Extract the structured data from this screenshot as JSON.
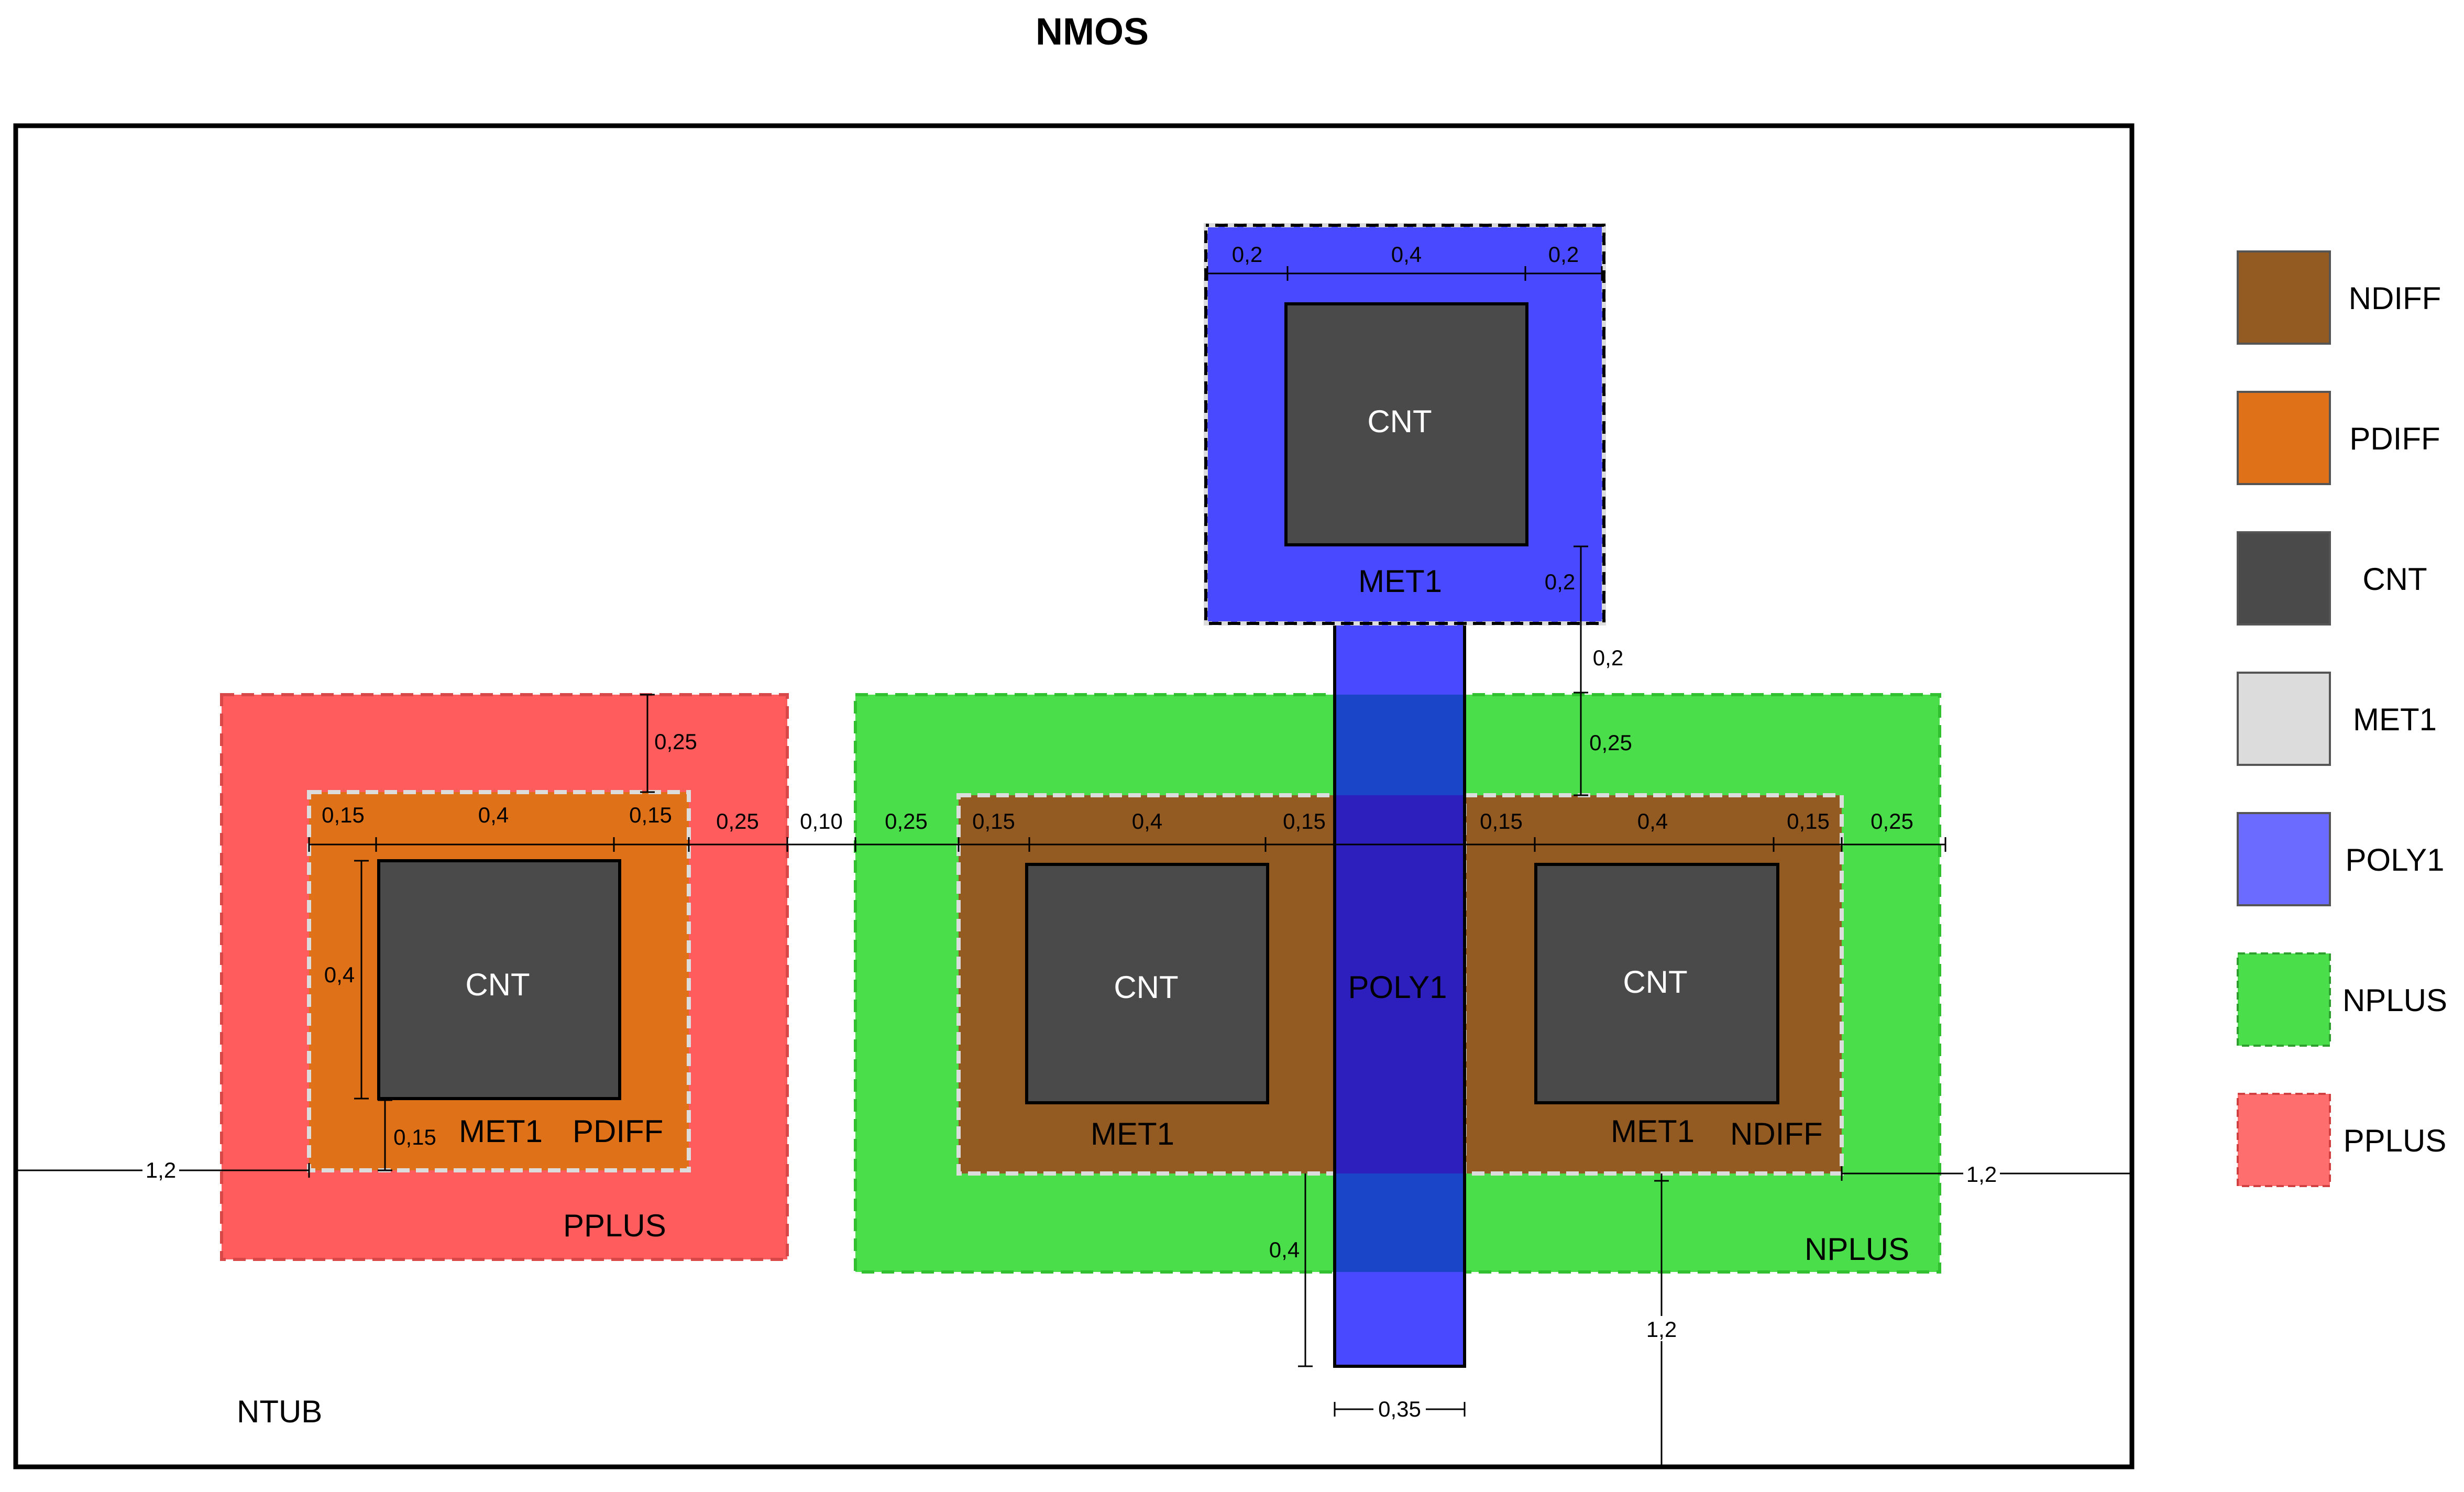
{
  "title": "NMOS",
  "region_label": "NTUB",
  "colors": {
    "ndiff": "#935A22",
    "pdiff": "#DF7218",
    "cnt": "#4A4A4A",
    "met1": "#DCDCDC",
    "poly1": "#4949FF",
    "poly1_legend": "#6B6BFF",
    "nplus": "#4ADF4A",
    "pplus": "#FF5D5D",
    "pplus_legend": "#FF6E6E",
    "poly_over_nplus": "#1A45C8",
    "poly_over_ndiff": "#2D1FBE"
  },
  "labels": {
    "pplus": "PPLUS",
    "nplus": "NPLUS",
    "pdiff": "PDIFF",
    "ndiff": "NDIFF",
    "met1": "MET1",
    "cnt": "CNT",
    "poly1": "POLY1"
  },
  "dims": {
    "d_0_2": "0,2",
    "d_0_4": "0,4",
    "d_0_15": "0,15",
    "d_0_25": "0,25",
    "d_0_10": "0,10",
    "d_1_2": "1,2",
    "d_0_35": "0,35"
  },
  "legend": [
    {
      "label": "NDIFF",
      "color": "#935A22",
      "dashed": false,
      "border": "#555555"
    },
    {
      "label": "PDIFF",
      "color": "#DF7218",
      "dashed": false,
      "border": "#555555"
    },
    {
      "label": "CNT",
      "color": "#4A4A4A",
      "dashed": false,
      "border": "#555555"
    },
    {
      "label": "MET1",
      "color": "#DCDCDC",
      "dashed": false,
      "border": "#555555"
    },
    {
      "label": "POLY1",
      "color": "#6B6BFF",
      "dashed": false,
      "border": "#555555"
    },
    {
      "label": "NPLUS",
      "color": "#4ADF4A",
      "dashed": true,
      "border": "#2E9E2E"
    },
    {
      "label": "PPLUS",
      "color": "#FF6E6E",
      "dashed": true,
      "border": "#D04040"
    }
  ]
}
